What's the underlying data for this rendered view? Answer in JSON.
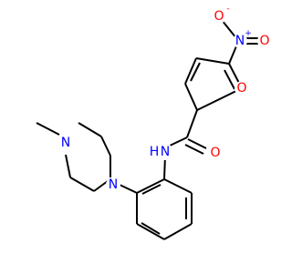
{
  "colors": {
    "bond": "#000000",
    "carbon": "#000000",
    "nitrogen": "#0000ff",
    "oxygen": "#ff0000"
  },
  "atoms": {
    "nitro_o_top": {
      "label": "O",
      "charge": "-"
    },
    "nitro_n": {
      "label": "N",
      "charge": "+"
    },
    "nitro_o_right": {
      "label": "O"
    },
    "furan_o": {
      "label": "O"
    },
    "amide_o": {
      "label": "O"
    },
    "amide_n": {
      "label": "N",
      "h": "H"
    },
    "pip_n_top": {
      "label": "N"
    },
    "pip_n_bottom": {
      "label": "N"
    }
  }
}
